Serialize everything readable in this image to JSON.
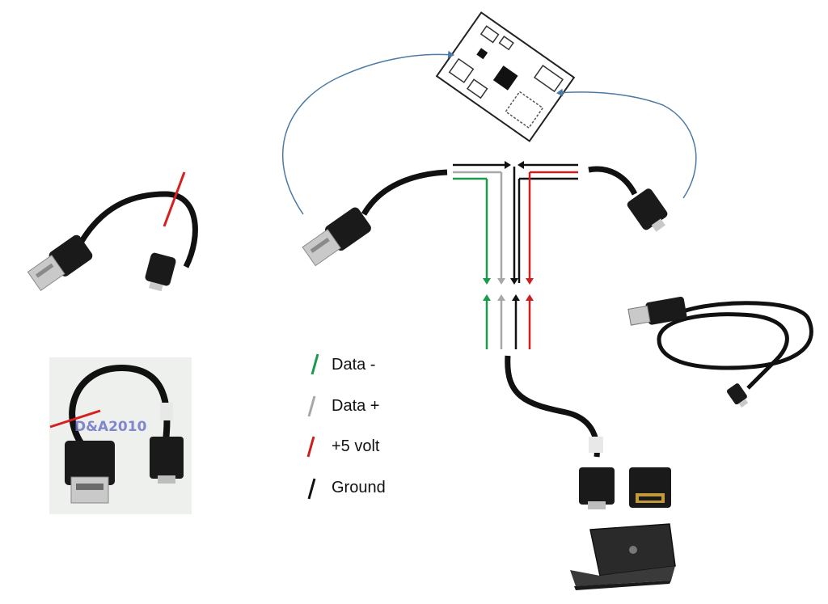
{
  "legend": [
    {
      "label": "Data -",
      "color": "#1a9a4a"
    },
    {
      "label": "Data +",
      "color": "#a8a8a8"
    },
    {
      "label": "+5 volt",
      "color": "#cc1f1f"
    },
    {
      "label": "Ground",
      "color": "#111111"
    }
  ],
  "photo_watermark": "D&A2010",
  "colors": {
    "cable": "#111111",
    "connector_metal": "#c9c9c9",
    "loop_line": "#4a7aa6",
    "cut_mark": "#d42020",
    "photo_bg": "#eef0ee"
  },
  "icons": [
    "usb-a-to-micro-usb-cable-icon",
    "usb-female-to-micro-female-cable-icon",
    "usb-a-plug-icon",
    "micro-usb-plug-icon",
    "circuit-board-icon",
    "hdmi-to-micro-hdmi-cable-icon",
    "hdmi-coupler-icon",
    "laptop-icon"
  ]
}
